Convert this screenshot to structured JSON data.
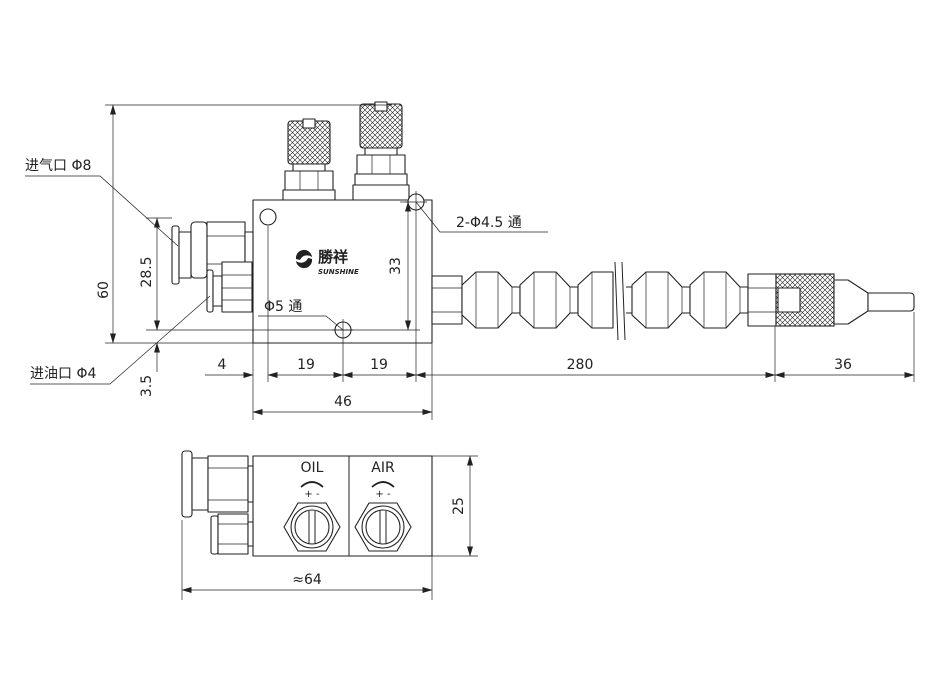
{
  "front_view": {
    "callouts": {
      "air_inlet": "进气口 Φ8",
      "oil_inlet": "进油口 Φ4",
      "mounting_holes": "2-Φ4.5 通",
      "through_hole": "Φ5 通"
    },
    "logo": {
      "name_cn": "勝祥",
      "name_en": "SUNSHINE"
    },
    "dimensions": {
      "overall_height": "60",
      "hole_height": "28.5",
      "hole_vertical_spacing": "33",
      "hole_bottom_offset": "3.5",
      "hole_edge_offset": "4",
      "hole_pitch_left": "19",
      "hole_pitch_right": "19",
      "hose_length": "280",
      "nozzle_length": "36",
      "body_width": "46"
    }
  },
  "top_view": {
    "knobs": [
      {
        "label": "OIL",
        "signs": "+ -"
      },
      {
        "label": "AIR",
        "signs": "+ -"
      }
    ],
    "dimensions": {
      "body_depth": "25",
      "overall_width": "≈64"
    }
  },
  "colors": {
    "line": "#222222",
    "background": "#ffffff"
  }
}
